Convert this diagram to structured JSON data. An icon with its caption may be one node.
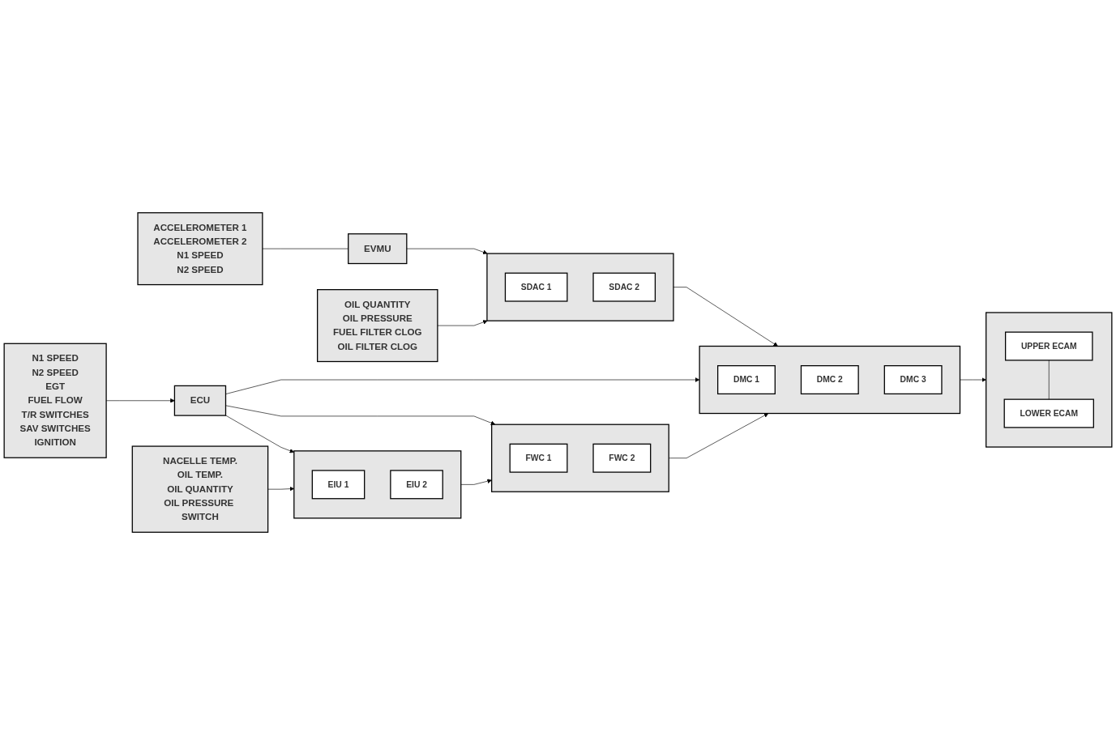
{
  "diagram": {
    "nodes": [
      {
        "text": [
          "ACCELEROMETER 1",
          "ACCELEROMETER 2",
          "N1 SPEED",
          "N2 SPEED"
        ]
      },
      {
        "text": [
          "OIL QUANTITY",
          "OIL PRESSURE",
          "FUEL FILTER CLOG",
          "OIL FILTER CLOG"
        ]
      },
      {
        "text": [
          "N1 SPEED",
          "N2 SPEED",
          "EGT",
          "FUEL FLOW",
          "T/R SWITCHES",
          "SAV SWITCHES",
          "IGNITION"
        ]
      },
      {
        "text": [
          "NACELLE TEMP.",
          "OIL TEMP.",
          "OIL QUANTITY",
          "OIL PRESSURE SWITCH"
        ]
      },
      {
        "text": [
          "ECU"
        ]
      },
      {
        "text": [
          "EVMU"
        ]
      },
      {
        "text": [],
        "shape": "box"
      },
      {
        "text": [
          "SDAC 1"
        ],
        "in": 6
      },
      {
        "text": [
          "SDAC 2"
        ],
        "in": 6
      },
      {
        "text": [],
        "shape": "box"
      },
      {
        "text": [
          "DMC 1"
        ],
        "in": 9
      },
      {
        "text": [
          "DMC 2"
        ],
        "in": 9
      },
      {
        "text": [
          "DMC 3"
        ],
        "in": 9
      },
      {
        "text": [],
        "shape": "box"
      },
      {
        "text": [
          "UPPER ECAM"
        ],
        "in": 13
      },
      {
        "text": [
          "LOWER ECAM"
        ],
        "in": 13
      },
      {
        "text": [],
        "shape": "box"
      },
      {
        "text": [
          "EIU 1"
        ],
        "in": 16
      },
      {
        "text": [
          "EIU 2"
        ],
        "in": 16
      },
      {
        "text": [],
        "shape": "box"
      },
      {
        "text": [
          "FWC 1"
        ],
        "in": 19
      },
      {
        "text": [
          "FWC 2"
        ],
        "in": 19
      }
    ],
    "edges": [
      {
        "from": 0,
        "to": 5,
        "arrow": "none"
      },
      {
        "from": 5,
        "to": 6,
        "arrow": "to"
      },
      {
        "from": 1,
        "to": 6,
        "arrow": "to"
      },
      {
        "from": 6,
        "to": 9,
        "arrow": "to"
      },
      {
        "from": 2,
        "to": 4,
        "arrow": "to"
      },
      {
        "from": 4,
        "to": 9,
        "arrow": "to"
      },
      {
        "from": 4,
        "to": 16,
        "arrow": "to"
      },
      {
        "from": 4,
        "to": 19,
        "arrow": "to"
      },
      {
        "from": 19,
        "to": 9,
        "arrow": "to"
      },
      {
        "from": 3,
        "to": 16,
        "arrow": "to"
      },
      {
        "from": 16,
        "to": 19,
        "arrow": "to"
      },
      {
        "from": 9,
        "to": 13,
        "arrow": "to"
      },
      {
        "from": 14,
        "to": 15,
        "arrow": "none"
      }
    ]
  }
}
